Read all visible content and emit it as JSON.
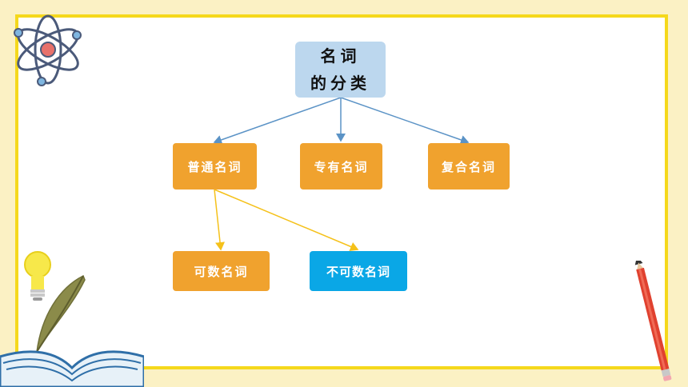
{
  "diagram": {
    "root": {
      "line1": "名词",
      "line2": "的分类"
    },
    "level1": [
      {
        "label": "普通名词"
      },
      {
        "label": "专有名词"
      },
      {
        "label": "复合名词"
      }
    ],
    "level2": [
      {
        "label": "可数名词"
      },
      {
        "label": "不可数名词"
      }
    ]
  },
  "colors": {
    "frame_border": "#f5d81c",
    "background": "#fbf1c4",
    "root_fill": "#bcd7ee",
    "node_orange": "#f0a22e",
    "node_blue": "#0aa7e6",
    "arrow_blue": "#5b93c6",
    "arrow_yellow": "#f5c11a"
  },
  "decorations": [
    "atom-icon",
    "lightbulb-icon",
    "feather-icon",
    "open-book-icon",
    "pencil-icon"
  ]
}
